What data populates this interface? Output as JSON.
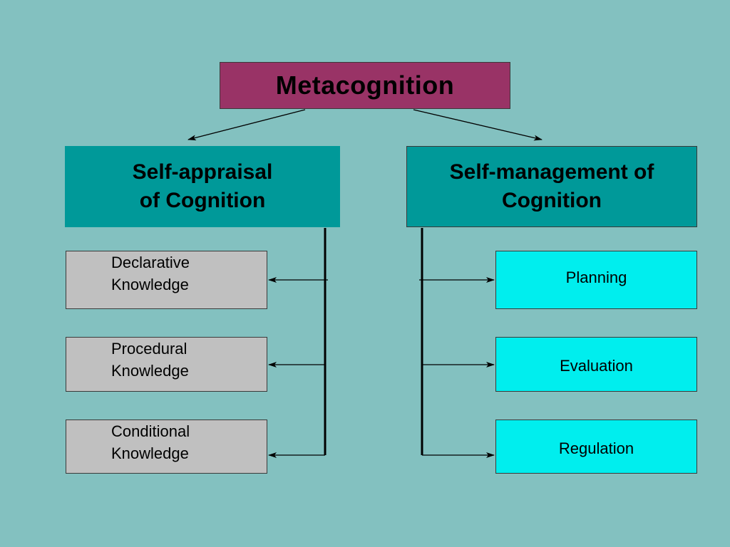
{
  "root": {
    "label": "Metacognition"
  },
  "branches": {
    "left": {
      "lines": [
        "Self-appraisal",
        "of Cognition"
      ]
    },
    "right": {
      "lines": [
        "Self-management of",
        "Cognition"
      ]
    }
  },
  "left_items": [
    {
      "lines": [
        "Declarative",
        "Knowledge"
      ]
    },
    {
      "lines": [
        "Procedural",
        "Knowledge"
      ]
    },
    {
      "lines": [
        "Conditional",
        "Knowledge"
      ]
    }
  ],
  "right_items": [
    {
      "label": "Planning"
    },
    {
      "label": "Evaluation"
    },
    {
      "label": "Regulation"
    }
  ],
  "colors": {
    "background": "#83c1c0",
    "root": "#993366",
    "branch": "#009999",
    "left_leaf": "#c0c0c0",
    "right_leaf": "#00eeee",
    "connector": "#000000"
  }
}
